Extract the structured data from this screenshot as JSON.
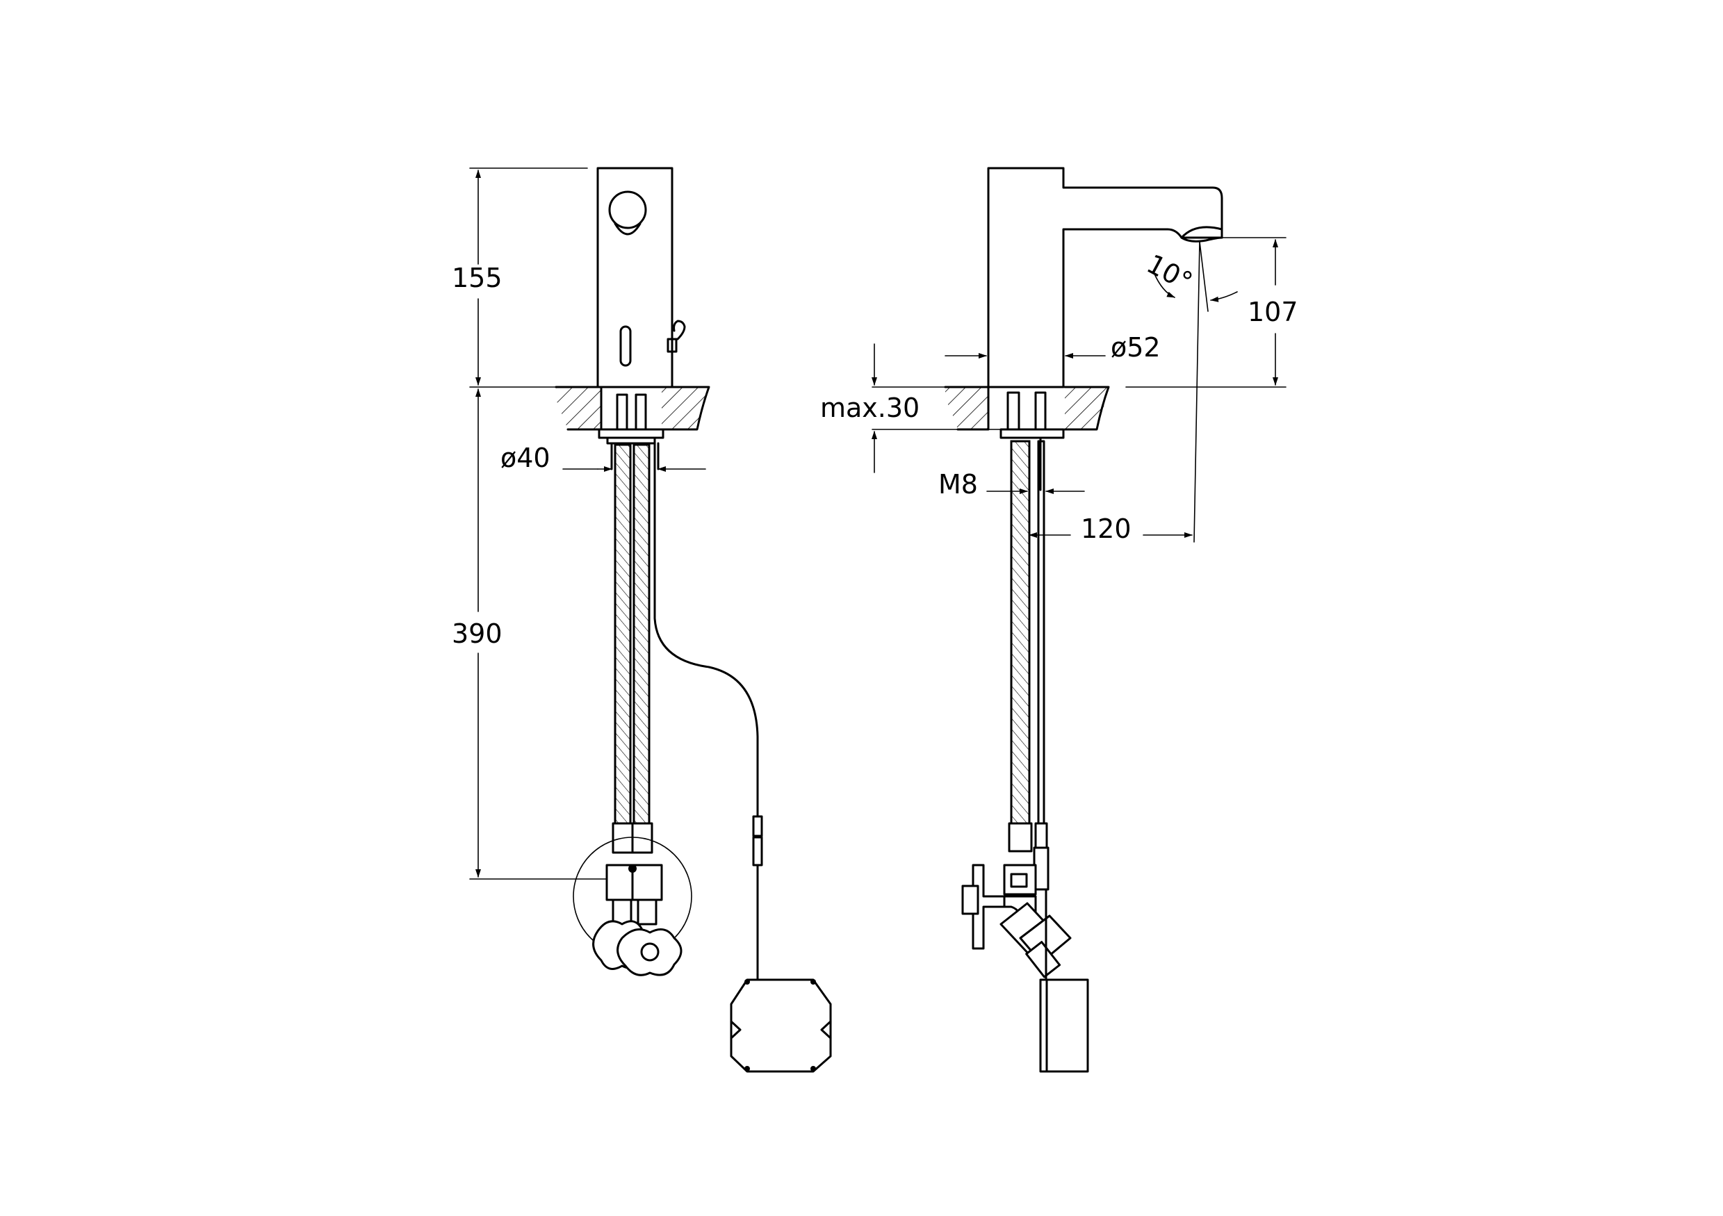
{
  "drawing": {
    "front_view": {
      "dim_spout_height": "155",
      "dim_hose_length": "390",
      "dim_hole_diameter": "ø40"
    },
    "side_view": {
      "dim_spray_angle": "10°",
      "dim_spout_height": "107",
      "dim_body_diameter": "ø52",
      "dim_deck_thickness": "max.30",
      "dim_thread": "M8",
      "dim_spout_reach": "120"
    }
  },
  "colors": {
    "line": "#000000",
    "background": "#ffffff"
  }
}
